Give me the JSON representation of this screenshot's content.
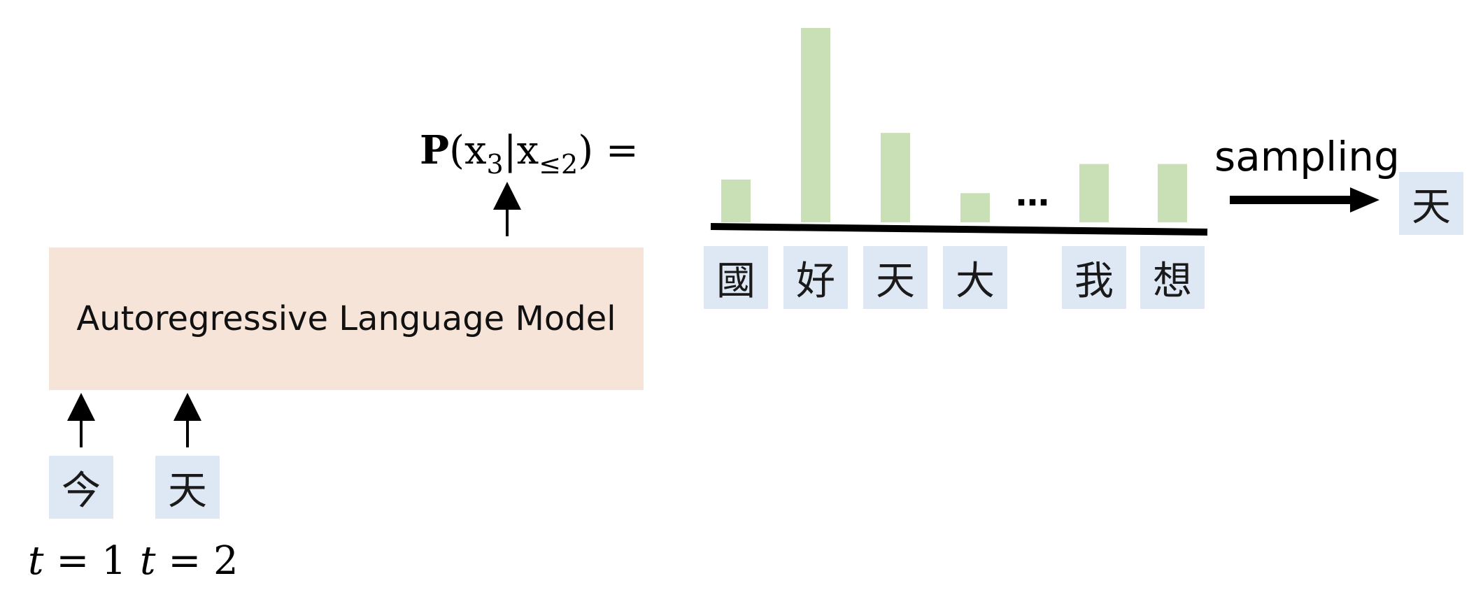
{
  "model": {
    "label": "Autoregressive Language Model"
  },
  "inputs": [
    {
      "token": "今",
      "t_var": "t",
      "t_eq": " = ",
      "t_val": "1"
    },
    {
      "token": "天",
      "t_var": "t",
      "t_eq": " = ",
      "t_val": "2"
    }
  ],
  "formula": {
    "p": "P",
    "open": "(x",
    "sub3": "3",
    "mid": "|x",
    "subcond": "≤2",
    "close": ") ="
  },
  "chart_data": {
    "type": "bar",
    "categories": [
      "國",
      "好",
      "天",
      "大",
      "我",
      "想"
    ],
    "values": [
      0.22,
      1.0,
      0.46,
      0.15,
      0.3,
      0.3
    ],
    "ellipsis": "…",
    "ylim": [
      0,
      1
    ]
  },
  "sampling": {
    "label": "sampling",
    "output_token": "天"
  },
  "colors": {
    "bar": "#c9e0b7",
    "token_bg": "#dee8f4",
    "model_bg": "#f7e4d8"
  }
}
